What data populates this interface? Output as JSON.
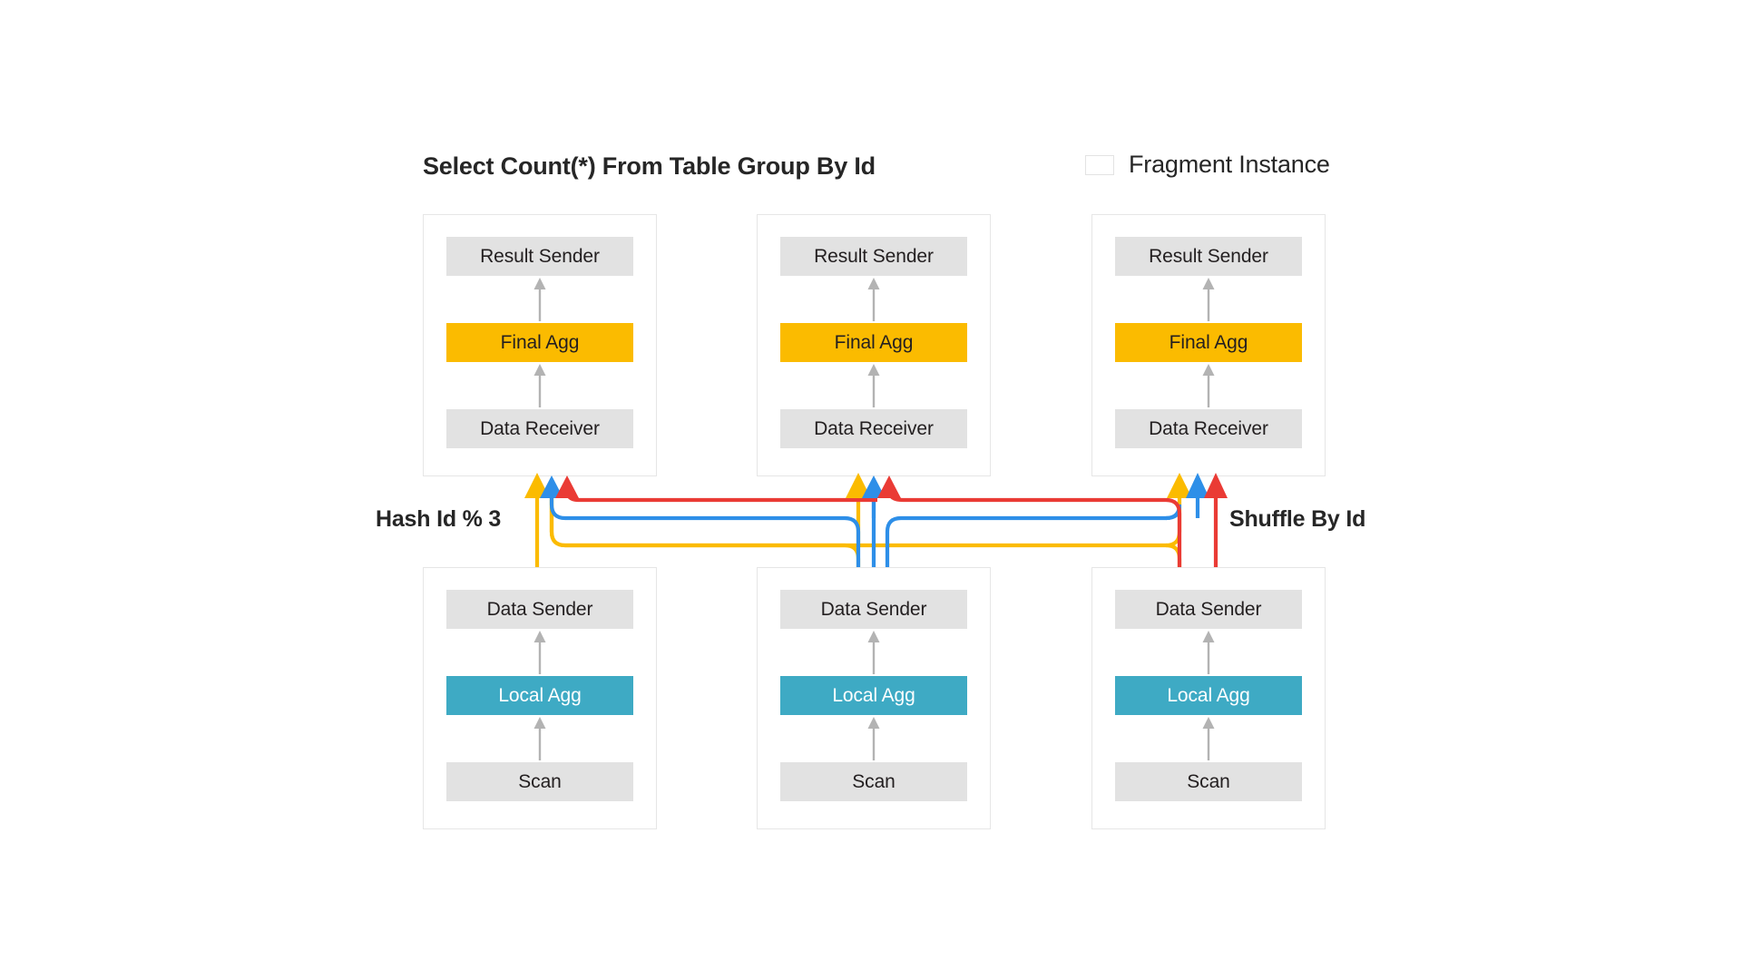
{
  "header": {
    "title": "Select Count(*) From Table Group By Id",
    "legend": {
      "swatch_name": "fragment-instance-swatch",
      "label": "Fragment Instance",
      "swatch_fill": "#ffffff",
      "swatch_border": "#e3e3e3"
    }
  },
  "routing": {
    "left_label": "Hash Id % 3",
    "right_label": "Shuffle By Id",
    "wire_colors": {
      "yellow": "#fbbb00",
      "blue": "#2e8fe8",
      "red": "#ea3b35"
    },
    "description": "Three Data Senders each fan out to all three Data Receivers; one wire colour per destination fragment instance."
  },
  "palette": {
    "node_gray": "#e2e2e2",
    "node_yellow": "#fbbb00",
    "node_teal": "#3eaac4",
    "fragment_border": "#e6e6e6",
    "arrow_gray": "#b3b3b3",
    "text_dark": "#231f20",
    "background": "#ffffff"
  },
  "top_fragments": [
    {
      "instance_index": 0,
      "nodes": [
        {
          "label": "Result Sender",
          "style": "gray"
        },
        {
          "label": "Final Agg",
          "style": "yellow"
        },
        {
          "label": "Data Receiver",
          "style": "gray"
        }
      ]
    },
    {
      "instance_index": 1,
      "nodes": [
        {
          "label": "Result Sender",
          "style": "gray"
        },
        {
          "label": "Final Agg",
          "style": "yellow"
        },
        {
          "label": "Data Receiver",
          "style": "gray"
        }
      ]
    },
    {
      "instance_index": 2,
      "nodes": [
        {
          "label": "Result Sender",
          "style": "gray"
        },
        {
          "label": "Final Agg",
          "style": "yellow"
        },
        {
          "label": "Data Receiver",
          "style": "gray"
        }
      ]
    }
  ],
  "bottom_fragments": [
    {
      "instance_index": 0,
      "nodes": [
        {
          "label": "Data Sender",
          "style": "gray"
        },
        {
          "label": "Local Agg",
          "style": "teal"
        },
        {
          "label": "Scan",
          "style": "gray"
        }
      ]
    },
    {
      "instance_index": 1,
      "nodes": [
        {
          "label": "Data Sender",
          "style": "gray"
        },
        {
          "label": "Local Agg",
          "style": "teal"
        },
        {
          "label": "Scan",
          "style": "gray"
        }
      ]
    },
    {
      "instance_index": 2,
      "nodes": [
        {
          "label": "Data Sender",
          "style": "gray"
        },
        {
          "label": "Local Agg",
          "style": "teal"
        },
        {
          "label": "Scan",
          "style": "gray"
        }
      ]
    }
  ]
}
